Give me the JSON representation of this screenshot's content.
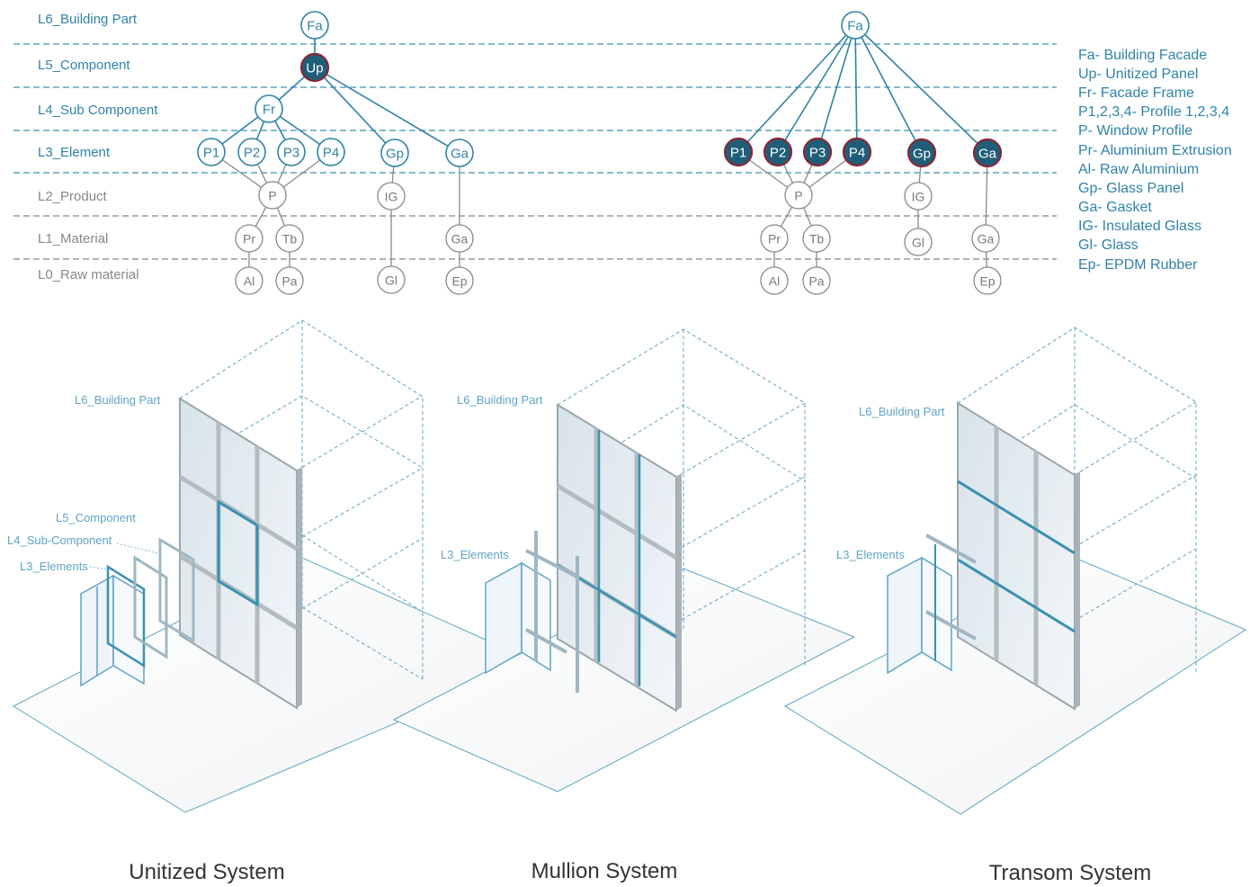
{
  "levels": [
    {
      "id": "L6",
      "label": "L6_Building Part",
      "color": "#2f83a8"
    },
    {
      "id": "L5",
      "label": "L5_Component",
      "color": "#2f83a8"
    },
    {
      "id": "L4",
      "label": "L4_Sub Component",
      "color": "#2f83a8"
    },
    {
      "id": "L3",
      "label": "L3_Element",
      "color": "#2f83a8"
    },
    {
      "id": "L2",
      "label": "L2_Product",
      "color": "#888888"
    },
    {
      "id": "L1",
      "label": "L1_Material",
      "color": "#888888"
    },
    {
      "id": "L0",
      "label": "L0_Raw material",
      "color": "#888888"
    }
  ],
  "legend": [
    "Fa- Building Facade",
    "Up- Unitized Panel",
    "Fr- Facade Frame",
    "P1,2,3,4- Profile 1,2,3,4",
    "P- Window Profile",
    "Pr- Aluminium Extrusion",
    "Al- Raw Aluminium",
    "Gp- Glass Panel",
    "Ga- Gasket",
    "IG- Insulated Glass",
    "Gl- Glass",
    "Ep- EPDM Rubber"
  ],
  "tree_left": {
    "nodes": [
      {
        "id": "Fa",
        "label": "Fa",
        "level": "L6",
        "style": "blue"
      },
      {
        "id": "Up",
        "label": "Up",
        "level": "L5",
        "style": "filled"
      },
      {
        "id": "Fr",
        "label": "Fr",
        "level": "L4",
        "style": "blue"
      },
      {
        "id": "P1",
        "label": "P1",
        "level": "L3",
        "style": "blue"
      },
      {
        "id": "P2",
        "label": "P2",
        "level": "L3",
        "style": "blue"
      },
      {
        "id": "P3",
        "label": "P3",
        "level": "L3",
        "style": "blue"
      },
      {
        "id": "P4",
        "label": "P4",
        "level": "L3",
        "style": "blue"
      },
      {
        "id": "Gp",
        "label": "Gp",
        "level": "L3",
        "style": "blue"
      },
      {
        "id": "Ga",
        "label": "Ga",
        "level": "L3",
        "style": "blue"
      },
      {
        "id": "P",
        "label": "P",
        "level": "L2",
        "style": "gray"
      },
      {
        "id": "IG",
        "label": "IG",
        "level": "L2",
        "style": "gray"
      },
      {
        "id": "Pr",
        "label": "Pr",
        "level": "L1",
        "style": "gray"
      },
      {
        "id": "Tb",
        "label": "Tb",
        "level": "L1",
        "style": "gray"
      },
      {
        "id": "Ga1",
        "label": "Ga",
        "level": "L1",
        "style": "gray"
      },
      {
        "id": "Al",
        "label": "Al",
        "level": "L0",
        "style": "gray"
      },
      {
        "id": "Pa",
        "label": "Pa",
        "level": "L0",
        "style": "gray"
      },
      {
        "id": "Gl",
        "label": "Gl",
        "level": "L0",
        "style": "gray"
      },
      {
        "id": "Ep",
        "label": "Ep",
        "level": "L0",
        "style": "gray"
      }
    ],
    "edges": [
      [
        "Fa",
        "Up"
      ],
      [
        "Up",
        "Fr"
      ],
      [
        "Up",
        "Gp"
      ],
      [
        "Up",
        "Ga"
      ],
      [
        "Fr",
        "P1"
      ],
      [
        "Fr",
        "P2"
      ],
      [
        "Fr",
        "P3"
      ],
      [
        "Fr",
        "P4"
      ],
      [
        "P1",
        "P"
      ],
      [
        "P2",
        "P"
      ],
      [
        "P3",
        "P"
      ],
      [
        "P4",
        "P"
      ],
      [
        "Gp",
        "IG"
      ],
      [
        "Ga",
        "Ga1"
      ],
      [
        "P",
        "Pr"
      ],
      [
        "P",
        "Tb"
      ],
      [
        "IG",
        "Gl"
      ],
      [
        "Pr",
        "Al"
      ],
      [
        "Tb",
        "Pa"
      ],
      [
        "Ga1",
        "Ep"
      ]
    ]
  },
  "tree_right": {
    "nodes": [
      {
        "id": "Fa",
        "label": "Fa",
        "level": "L6",
        "style": "blue"
      },
      {
        "id": "P1",
        "label": "P1",
        "level": "L3",
        "style": "filled"
      },
      {
        "id": "P2",
        "label": "P2",
        "level": "L3",
        "style": "filled"
      },
      {
        "id": "P3",
        "label": "P3",
        "level": "L3",
        "style": "filled"
      },
      {
        "id": "P4",
        "label": "P4",
        "level": "L3",
        "style": "filled"
      },
      {
        "id": "Gp",
        "label": "Gp",
        "level": "L3",
        "style": "filled"
      },
      {
        "id": "Ga",
        "label": "Ga",
        "level": "L3",
        "style": "filled"
      },
      {
        "id": "P",
        "label": "P",
        "level": "L2",
        "style": "gray"
      },
      {
        "id": "IG",
        "label": "IG",
        "level": "L2",
        "style": "gray"
      },
      {
        "id": "Pr",
        "label": "Pr",
        "level": "L1",
        "style": "gray"
      },
      {
        "id": "Tb",
        "label": "Tb",
        "level": "L1",
        "style": "gray"
      },
      {
        "id": "Gl",
        "label": "Gl",
        "level": "L1",
        "style": "gray"
      },
      {
        "id": "Ga1",
        "label": "Ga",
        "level": "L1",
        "style": "gray"
      },
      {
        "id": "Al",
        "label": "Al",
        "level": "L0",
        "style": "gray"
      },
      {
        "id": "Pa",
        "label": "Pa",
        "level": "L0",
        "style": "gray"
      },
      {
        "id": "Ep",
        "label": "Ep",
        "level": "L0",
        "style": "gray"
      }
    ],
    "edges": [
      [
        "Fa",
        "P1"
      ],
      [
        "Fa",
        "P2"
      ],
      [
        "Fa",
        "P3"
      ],
      [
        "Fa",
        "P4"
      ],
      [
        "Fa",
        "Gp"
      ],
      [
        "Fa",
        "Ga"
      ],
      [
        "P1",
        "P"
      ],
      [
        "P2",
        "P"
      ],
      [
        "P3",
        "P"
      ],
      [
        "P4",
        "P"
      ],
      [
        "Gp",
        "IG"
      ],
      [
        "Ga",
        "Ga1"
      ],
      [
        "P",
        "Pr"
      ],
      [
        "P",
        "Tb"
      ],
      [
        "IG",
        "Gl"
      ],
      [
        "Pr",
        "Al"
      ],
      [
        "Tb",
        "Pa"
      ],
      [
        "Ga1",
        "Ep"
      ]
    ]
  },
  "drawings": [
    {
      "id": "unitized",
      "caption": "Unitized System",
      "annotations": [
        "L6_Building Part",
        "L5_Component",
        "L4_Sub-Component",
        "L3_Elements"
      ]
    },
    {
      "id": "mullion",
      "caption": "Mullion System",
      "annotations": [
        "L6_Building Part",
        "L3_Elements"
      ]
    },
    {
      "id": "transom",
      "caption": "Transom System",
      "annotations": [
        "L6_Building Part",
        "L3_Elements"
      ]
    }
  ],
  "colors": {
    "accent": "#2f83a8",
    "node_fill_dark": "#1f5e79",
    "node_ring_red": "#8b2636",
    "gray": "#8a8a8a",
    "frame": "#b9c3c8",
    "glass": "#dbe6ee"
  }
}
